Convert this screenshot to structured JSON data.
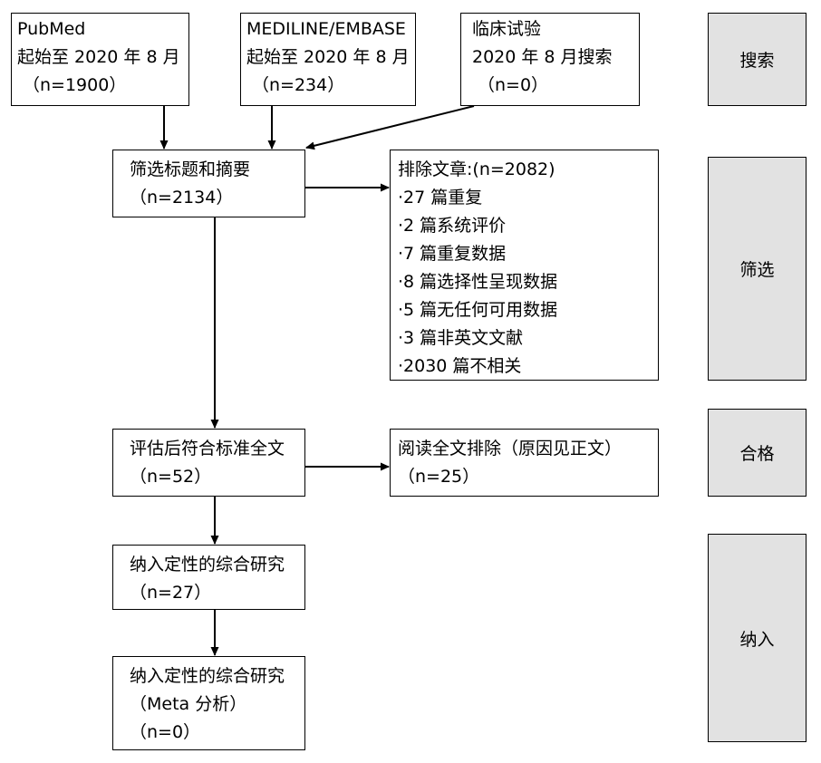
{
  "sources": [
    {
      "lines": [
        "PubMed",
        "起始至 2020 年 8 月",
        "（n=1900）"
      ]
    },
    {
      "lines": [
        "MEDILINE/EMBASE",
        "起始至 2020 年 8 月",
        "（n=234）"
      ]
    },
    {
      "lines": [
        "临床试验",
        "2020 年 8 月搜索",
        "（n=0）"
      ]
    }
  ],
  "screen": {
    "lines": [
      "筛选标题和摘要",
      "（n=2134）"
    ]
  },
  "excluded": {
    "header": "排除文章:(n=2082)",
    "items": [
      "·27 篇重复",
      "·2 篇系统评价",
      "·7 篇重复数据",
      "·8 篇选择性呈现数据",
      "·5 篇无任何可用数据",
      "·3 篇非英文文献",
      "·2030 篇不相关"
    ]
  },
  "eligible": {
    "lines": [
      "评估后符合标准全文",
      "（n=52）"
    ]
  },
  "fulltext_excluded": {
    "lines": [
      "阅读全文排除（原因见正文）",
      "（n=25）"
    ]
  },
  "included_qualitative": {
    "lines": [
      "纳入定性的综合研究",
      "（n=27）"
    ]
  },
  "included_meta": {
    "lines": [
      "纳入定性的综合研究",
      "（Meta 分析）",
      "（n=0）"
    ]
  },
  "stages": {
    "search": "搜索",
    "screen": "筛选",
    "eligibility": "合格",
    "included": "纳入"
  }
}
